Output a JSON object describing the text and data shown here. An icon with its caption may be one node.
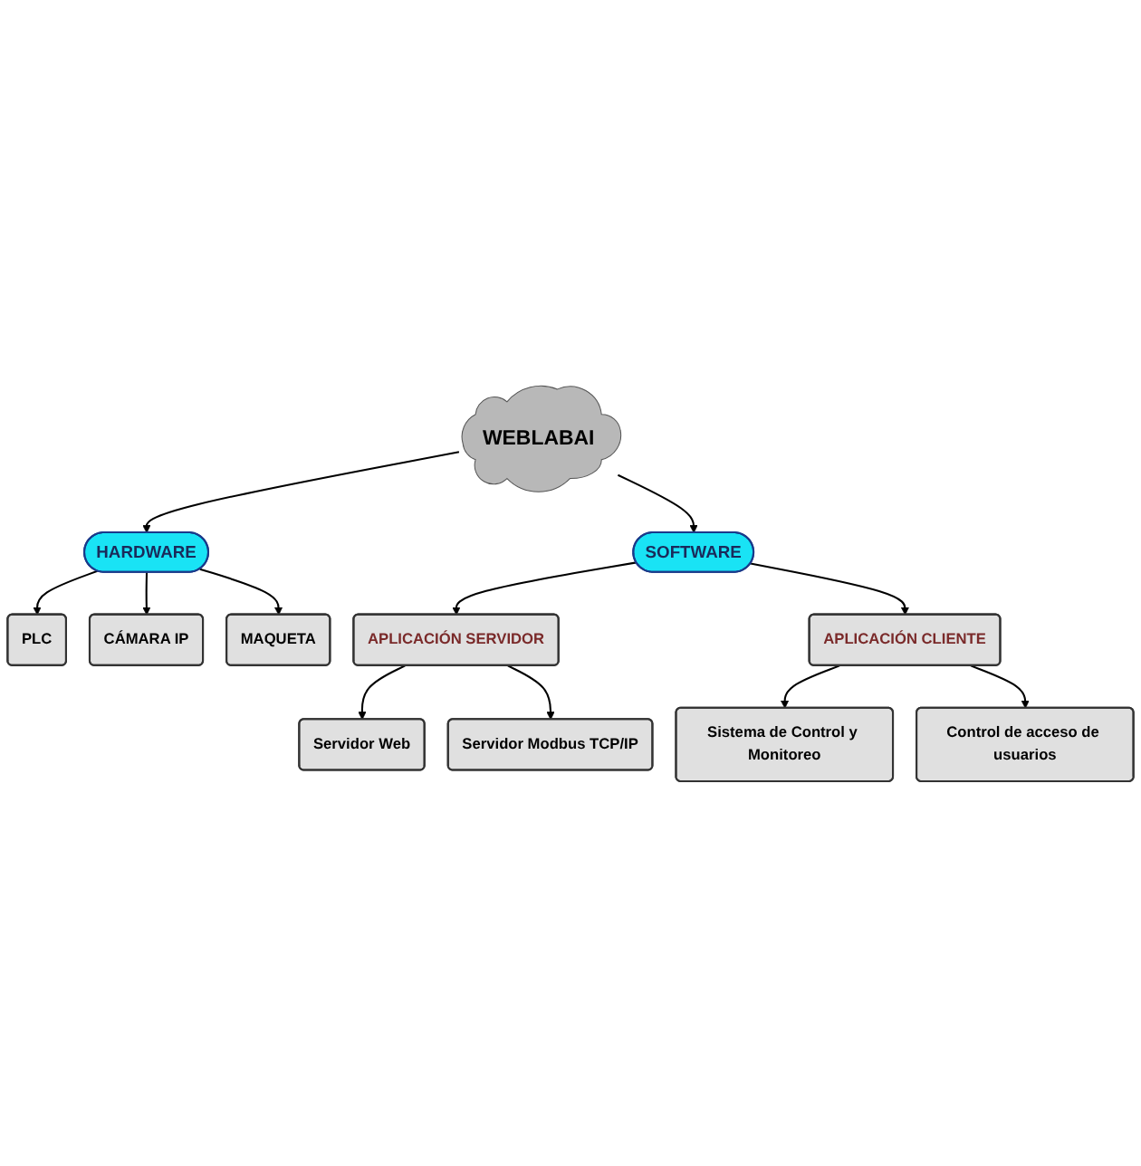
{
  "diagram": {
    "nodes": [
      {
        "text": [
          "WEBLABAI"
        ]
      },
      {
        "text": [
          "HARDWARE"
        ]
      },
      {
        "text": [
          "PLC"
        ]
      },
      {
        "text": [
          "CÁMARA IP"
        ]
      },
      {
        "text": [
          "MAQUETA"
        ]
      },
      {
        "text": [
          "SOFTWARE"
        ]
      },
      {
        "text": [
          "APLICACIÓN SERVIDOR"
        ]
      },
      {
        "text": [
          "APLICACIÓN CLIENTE"
        ]
      },
      {
        "text": [
          "Servidor Web"
        ]
      },
      {
        "text": [
          "Servidor Modbus TCP/IP"
        ]
      },
      {
        "text": [
          "Sistema de Control y Monitoreo"
        ]
      },
      {
        "text": [
          "Control de acceso de usuarios"
        ]
      }
    ],
    "edges": [
      {
        "from": 0,
        "to": 1,
        "arrow": "to"
      },
      {
        "from": 1,
        "to": 2,
        "arrow": "to"
      },
      {
        "from": 1,
        "to": 3,
        "arrow": "to"
      },
      {
        "from": 1,
        "to": 4,
        "arrow": "to"
      },
      {
        "from": 0,
        "to": 5,
        "arrow": "to"
      },
      {
        "from": 5,
        "to": 6,
        "arrow": "to"
      },
      {
        "from": 5,
        "to": 7,
        "arrow": "to"
      },
      {
        "from": 6,
        "to": 8,
        "arrow": "to"
      },
      {
        "from": 6,
        "to": 9,
        "arrow": "to"
      },
      {
        "from": 7,
        "to": 10,
        "arrow": "to"
      },
      {
        "from": 7,
        "to": 11,
        "arrow": "to"
      }
    ]
  }
}
